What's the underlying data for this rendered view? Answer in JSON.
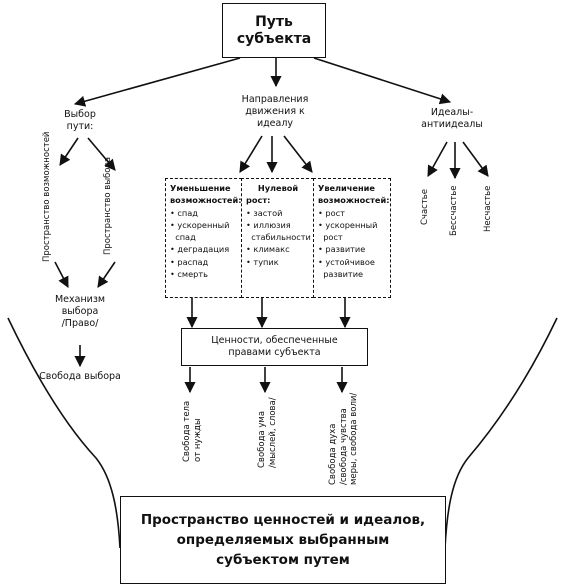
{
  "title": {
    "line1": "Путь",
    "line2": "субъекта"
  },
  "branches": {
    "left": {
      "line1": "Выбор",
      "line2": "пути:"
    },
    "center": {
      "line1": "Направления",
      "line2": "движения к",
      "line3": "идеалу"
    },
    "right": {
      "line1": "Идеалы-",
      "line2": "антиидеалы"
    }
  },
  "left_spaces": {
    "a": "Пространство возможностей",
    "b": "Пространство выбора"
  },
  "mechanism": {
    "line1": "Механизм",
    "line2": "выбора",
    "line3": "/Право/"
  },
  "freedom": "Свобода выбора",
  "decrease": {
    "head1": "Уменьшение",
    "head2": "возможностей:",
    "items": [
      "• спад",
      "• ускоренный",
      "  спад",
      "• деградация",
      "• распад",
      "• смерть"
    ]
  },
  "zero": {
    "head1": "Нулевой",
    "head2": "рост:",
    "items": [
      "• застой",
      "• иллюзия",
      "  стабильности",
      "• климакс",
      "• тупик"
    ]
  },
  "increase": {
    "head1": "Увеличение",
    "head2": "возможностей:",
    "items": [
      "• рост",
      "• ускоренный",
      "  рост",
      "• развитие",
      "• устойчивое",
      "  развитие"
    ]
  },
  "ideals": [
    "Счастье",
    "Бессчастье",
    "Несчастье"
  ],
  "values_box": {
    "line1": "Ценности, обеспеченные",
    "line2": "правами субъекта"
  },
  "freedoms": {
    "body": [
      "Свобода тела",
      "от нужды"
    ],
    "mind": [
      "Свобода ума",
      "/мыслей, слова/"
    ],
    "spirit": [
      "Свобода духа",
      "/свобода чувства",
      "меры, свобода воли/"
    ]
  },
  "bottom": {
    "line1": "Пространство ценностей и идеалов,",
    "line2": "определяемых выбранным",
    "line3": "субъектом путем"
  }
}
